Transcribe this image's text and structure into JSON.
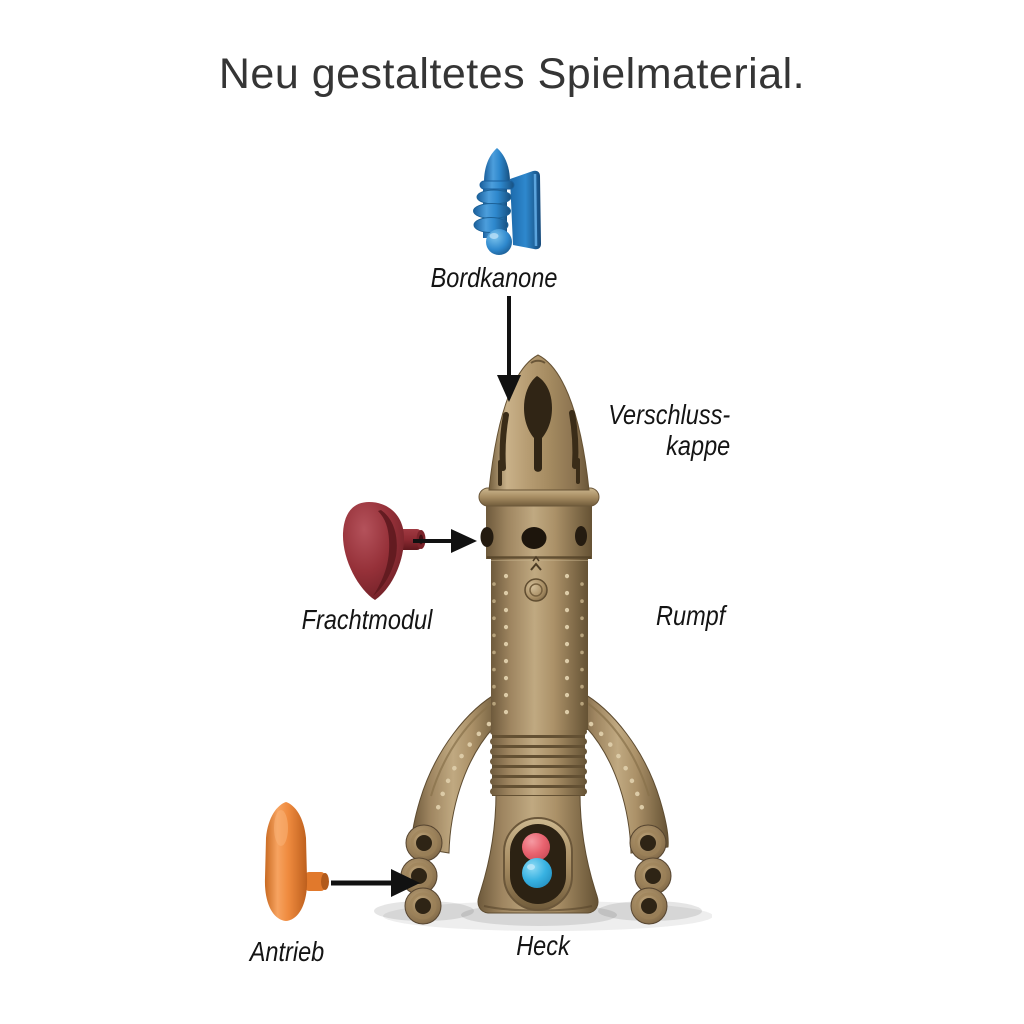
{
  "title": "Neu gestaltetes Spielmaterial.",
  "parts": {
    "bordkanone": {
      "label": "Bordkanone"
    },
    "verschlusskappe": {
      "label_line1": "Verschluss-",
      "label_line2": "kappe"
    },
    "frachtmodul": {
      "label": "Frachtmodul"
    },
    "rumpf": {
      "label": "Rumpf"
    },
    "antrieb": {
      "label": "Antrieb"
    },
    "heck": {
      "label": "Heck"
    }
  },
  "colors": {
    "background": "#ffffff",
    "title_text": "#353535",
    "label_text": "#141414",
    "arrow": "#111111",
    "rocket_gold_light": "#c0a981",
    "rocket_gold_mid": "#9e8560",
    "rocket_gold_dark": "#655234",
    "hole_dark": "#1d150c",
    "cannon_blue": "#2e88cd",
    "cargo_red": "#963139",
    "drive_orange": "#ef8b3f",
    "ball_red": "#e8626e",
    "ball_blue": "#38b2e2"
  }
}
